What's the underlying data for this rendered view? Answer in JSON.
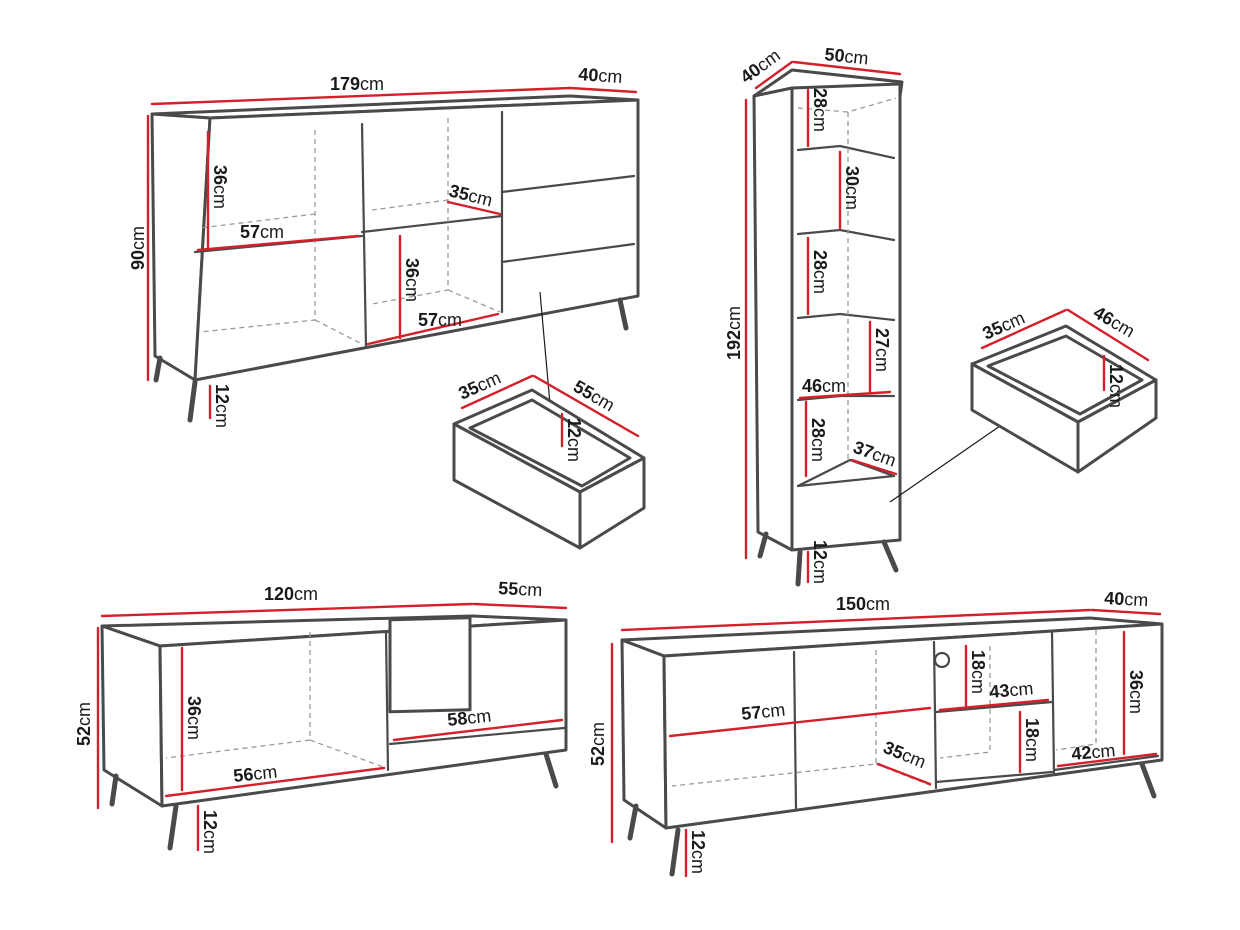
{
  "unit": "cm",
  "colors": {
    "outline": "#4a4a4a",
    "dimension": "#d4202a",
    "label": "#1a1a1a"
  },
  "sideboard": {
    "width": "179",
    "depth": "40",
    "height": "90",
    "legs": "12",
    "upper_shelf_height": "36",
    "lower_shelf_height": "36",
    "shelf_width_left": "57",
    "shelf_width_mid": "57",
    "shelf_depth": "35"
  },
  "sideboard_drawer": {
    "width": "35",
    "depth": "55",
    "height": "12"
  },
  "tall_cabinet": {
    "width": "50",
    "depth": "40",
    "height": "192",
    "legs": "12",
    "shelf1": "28",
    "shelf2": "30",
    "shelf3": "28",
    "shelf4": "27",
    "shelf5": "28",
    "inner_width": "46",
    "inner_depth": "37"
  },
  "tall_drawer": {
    "width": "35",
    "depth": "46",
    "height": "12"
  },
  "tv_small": {
    "width": "120",
    "depth": "55",
    "height": "52",
    "legs": "12",
    "inner_height": "36",
    "inner_width": "56",
    "open_width": "58"
  },
  "tv_large": {
    "width": "150",
    "depth": "40",
    "height": "52",
    "legs": "12",
    "inner_width": "57",
    "inner_depth": "35",
    "mid_top": "18",
    "mid_width": "43",
    "mid_bottom": "18",
    "right_height": "36",
    "right_width": "42"
  }
}
